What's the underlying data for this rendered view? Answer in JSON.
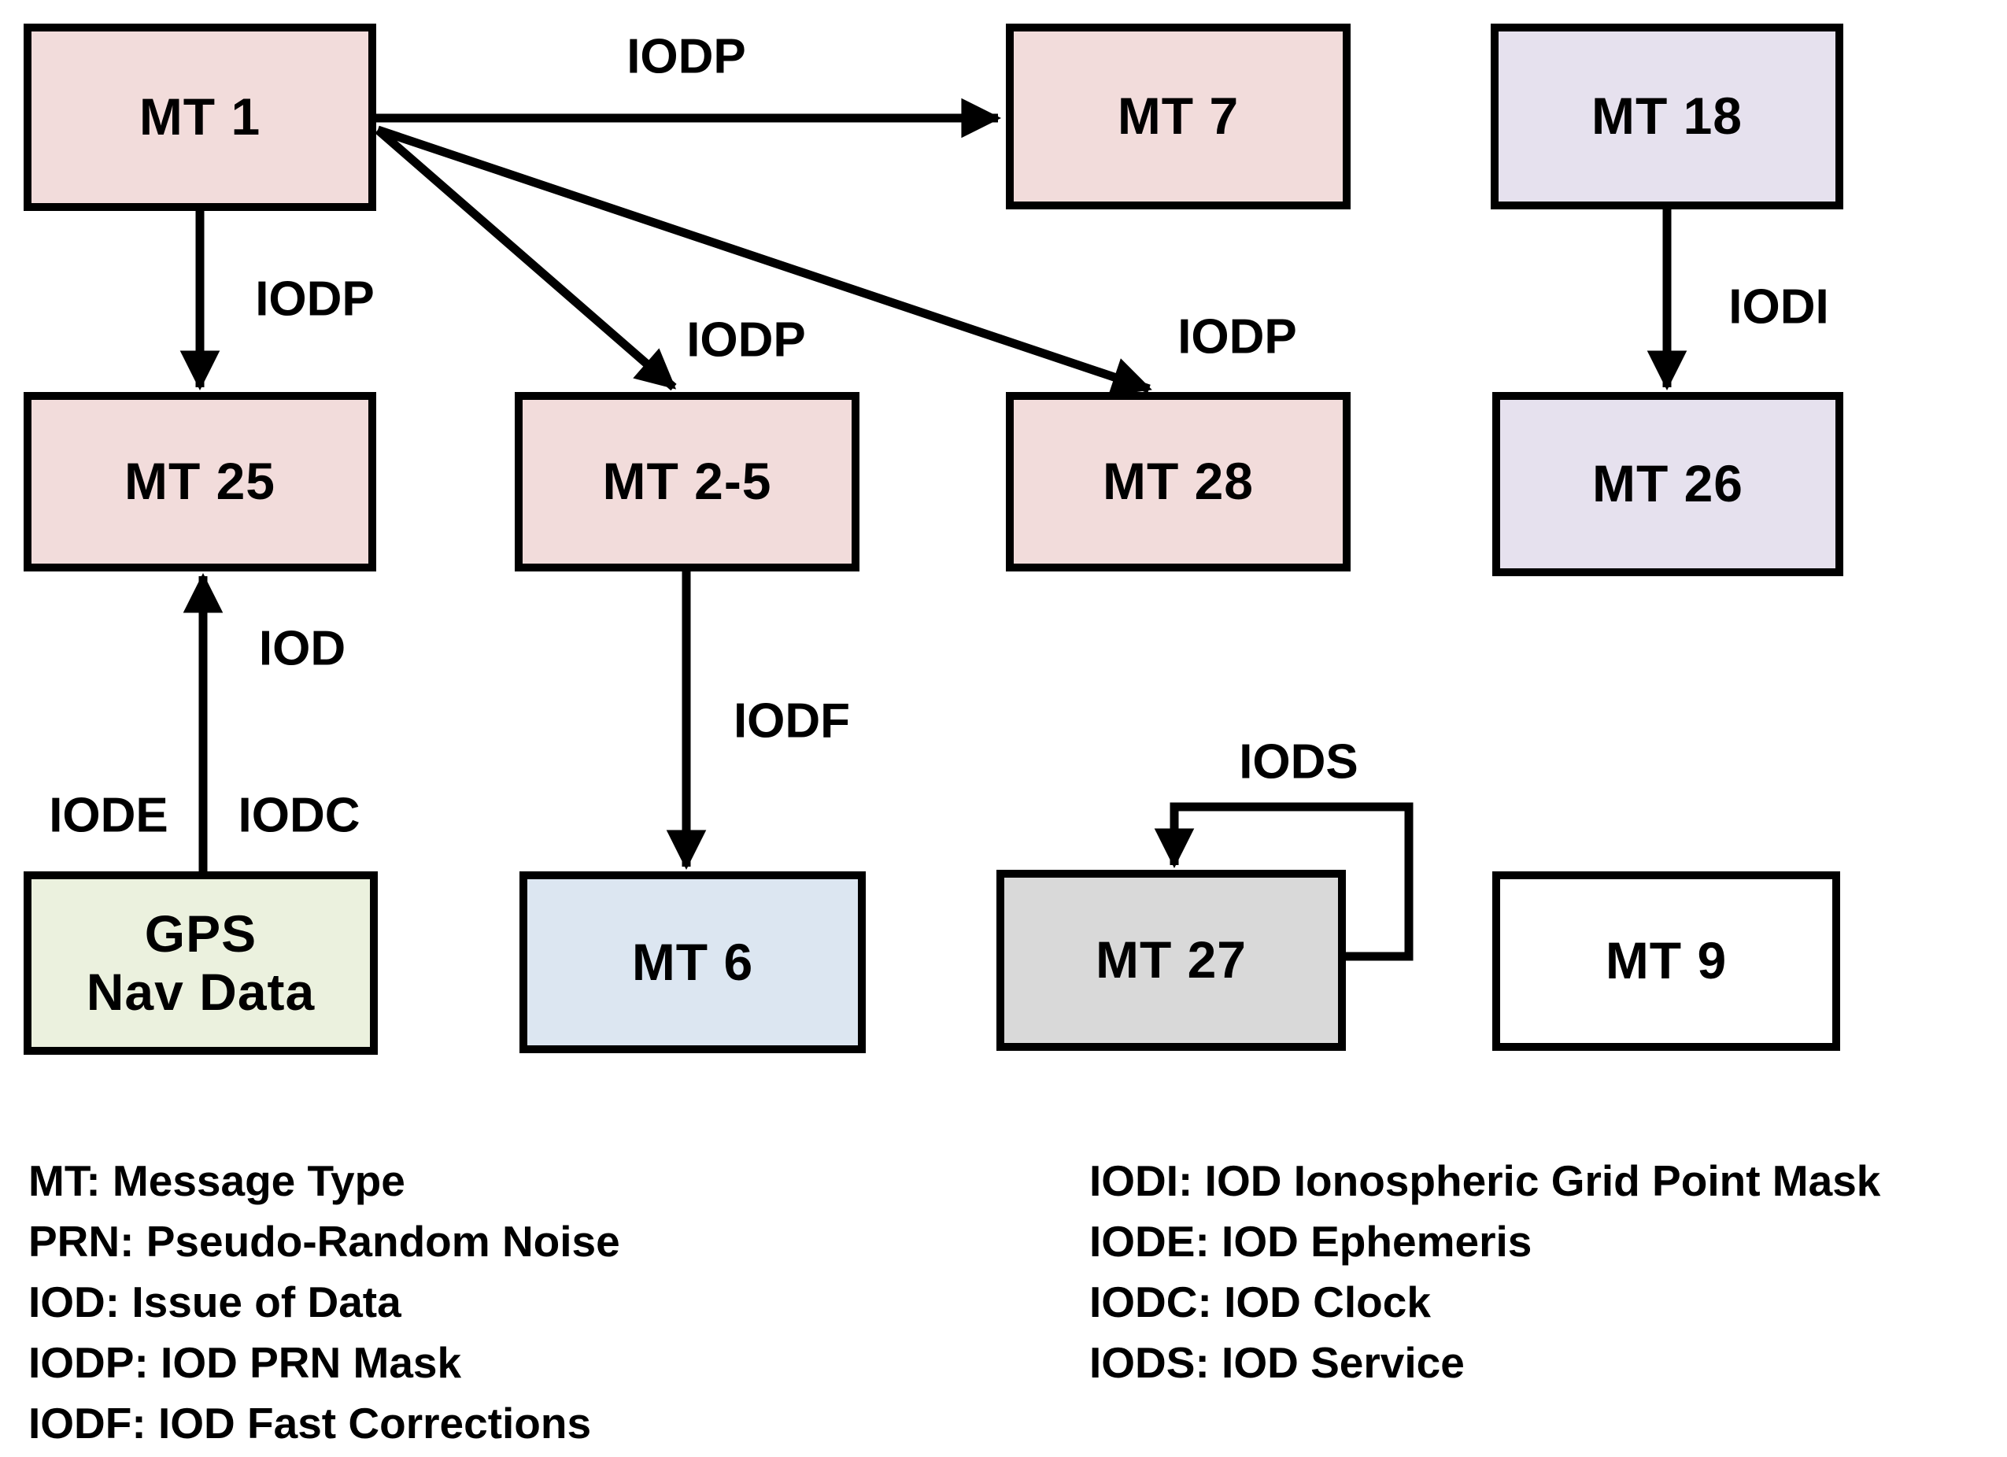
{
  "diagram": {
    "title_implicit": "",
    "nodes": {
      "mt1": {
        "label": "MT 1",
        "fill": "#f2dcdb"
      },
      "mt7": {
        "label": "MT 7",
        "fill": "#f2dcdb"
      },
      "mt18": {
        "label": "MT 18",
        "fill": "#e6e1ee"
      },
      "mt25": {
        "label": "MT 25",
        "fill": "#f2dcdb"
      },
      "mt2_5": {
        "label": "MT 2-5",
        "fill": "#f2dcdb"
      },
      "mt28": {
        "label": "MT 28",
        "fill": "#f2dcdb"
      },
      "mt26": {
        "label": "MT 26",
        "fill": "#e6e1ee"
      },
      "gps": {
        "label": "GPS",
        "label2": "Nav Data",
        "fill": "#ebf1de"
      },
      "mt6": {
        "label": "MT 6",
        "fill": "#dce6f1"
      },
      "mt27": {
        "label": "MT 27",
        "fill": "#d9d9d9"
      },
      "mt9": {
        "label": "MT 9",
        "fill": "#ffffff"
      }
    },
    "edges": [
      {
        "from": "MT 1",
        "to": "MT 7",
        "label": "IODP"
      },
      {
        "from": "MT 1",
        "to": "MT 25",
        "label": "IODP"
      },
      {
        "from": "MT 1",
        "to": "MT 2-5",
        "label": "IODP"
      },
      {
        "from": "MT 1",
        "to": "MT 28",
        "label": "IODP"
      },
      {
        "from": "MT 18",
        "to": "MT 26",
        "label": "IODI"
      },
      {
        "from": "GPS Nav Data",
        "to": "MT 25",
        "label": "IOD"
      },
      {
        "from": "MT 2-5",
        "to": "MT 6",
        "label": "IODF"
      },
      {
        "from": "MT 27",
        "to": "MT 27",
        "label": "IODS"
      }
    ],
    "gps_output_labels": {
      "left": "IODE",
      "right": "IODC"
    },
    "legend": {
      "left": [
        "MT: Message Type",
        "PRN: Pseudo-Random Noise",
        "IOD: Issue of Data",
        "IODP: IOD PRN Mask",
        "IODF: IOD Fast Corrections"
      ],
      "right": [
        "IODI: IOD Ionospheric Grid Point Mask",
        "IODE: IOD Ephemeris",
        "IODC: IOD Clock",
        "IODS: IOD Service"
      ]
    },
    "colors": {
      "background": "#ffffff",
      "stroke": "#000000",
      "text": "#000000",
      "fill_pink": "#f2dcdb",
      "fill_lavender": "#e6e1ee",
      "fill_green": "#ebf1de",
      "fill_blue": "#dce6f1",
      "fill_gray": "#d9d9d9",
      "fill_white": "#ffffff"
    }
  }
}
